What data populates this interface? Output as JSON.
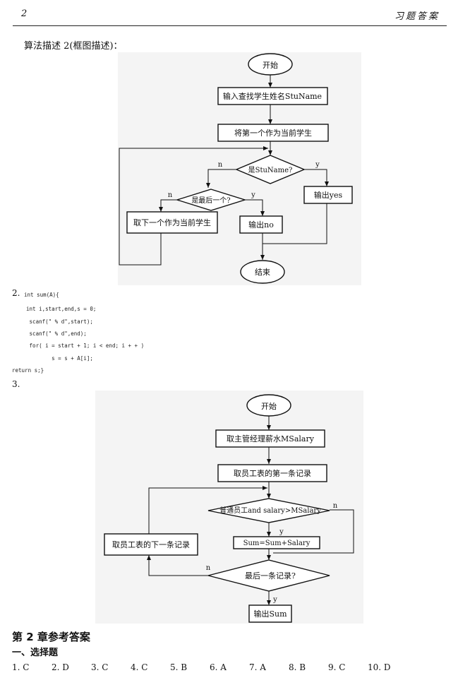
{
  "header": {
    "page_number": "2",
    "title": "习题答案"
  },
  "intro": "算法描述 2(框图描述)：",
  "flow1": {
    "start": "开始",
    "input": "输入查找学生姓名StuName",
    "first": "将第一个作为当前学生",
    "decision": "是StuName?",
    "no_label": "n",
    "yes_label": "y",
    "output_yes": "输出yes",
    "last_decision": "是最后一个?",
    "next": "取下一个作为当前学生",
    "output_no": "输出no",
    "end": "结束"
  },
  "item2_number": "2.",
  "code_lines": [
    "int sum(A){",
    "  int i,start,end,s = 0;",
    "   scanf(\" % d\",start);",
    "   scanf(\" % d\",end);",
    "   for( i = start + 1; i < end; i + + )",
    "          s = s + A[i];",
    "return s;}"
  ],
  "item3_number": "3.",
  "flow2": {
    "start": "开始",
    "get_salary": "取主管经理薪水MSalary",
    "first_record": "取员工表的第一条记录",
    "decision": "普通员工and salary>MSalary",
    "no_label": "n",
    "yes_label": "y",
    "sum": "Sum=Sum+Salary",
    "next_record": "取员工表的下一条记录",
    "last_decision": "最后一条记录?",
    "output": "输出Sum"
  },
  "chapter_title": "第 2 章参考答案",
  "section_title": "一、选择题",
  "answers": [
    "1. C",
    "2. D",
    "3. C",
    "4. C",
    "5. B",
    "6. A",
    "7. A",
    "8. B",
    "9. C",
    "10. D"
  ]
}
